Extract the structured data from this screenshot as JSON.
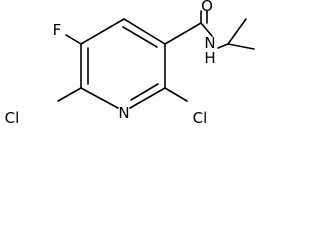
{
  "molecule": {
    "atoms": {
      "oxygen": "O",
      "amide_nitrogen": "N",
      "amide_hydrogen": "H",
      "fluorine": "F",
      "ring_nitrogen": "N",
      "chlorine_left": "Cl",
      "chlorine_right": "Cl"
    }
  }
}
